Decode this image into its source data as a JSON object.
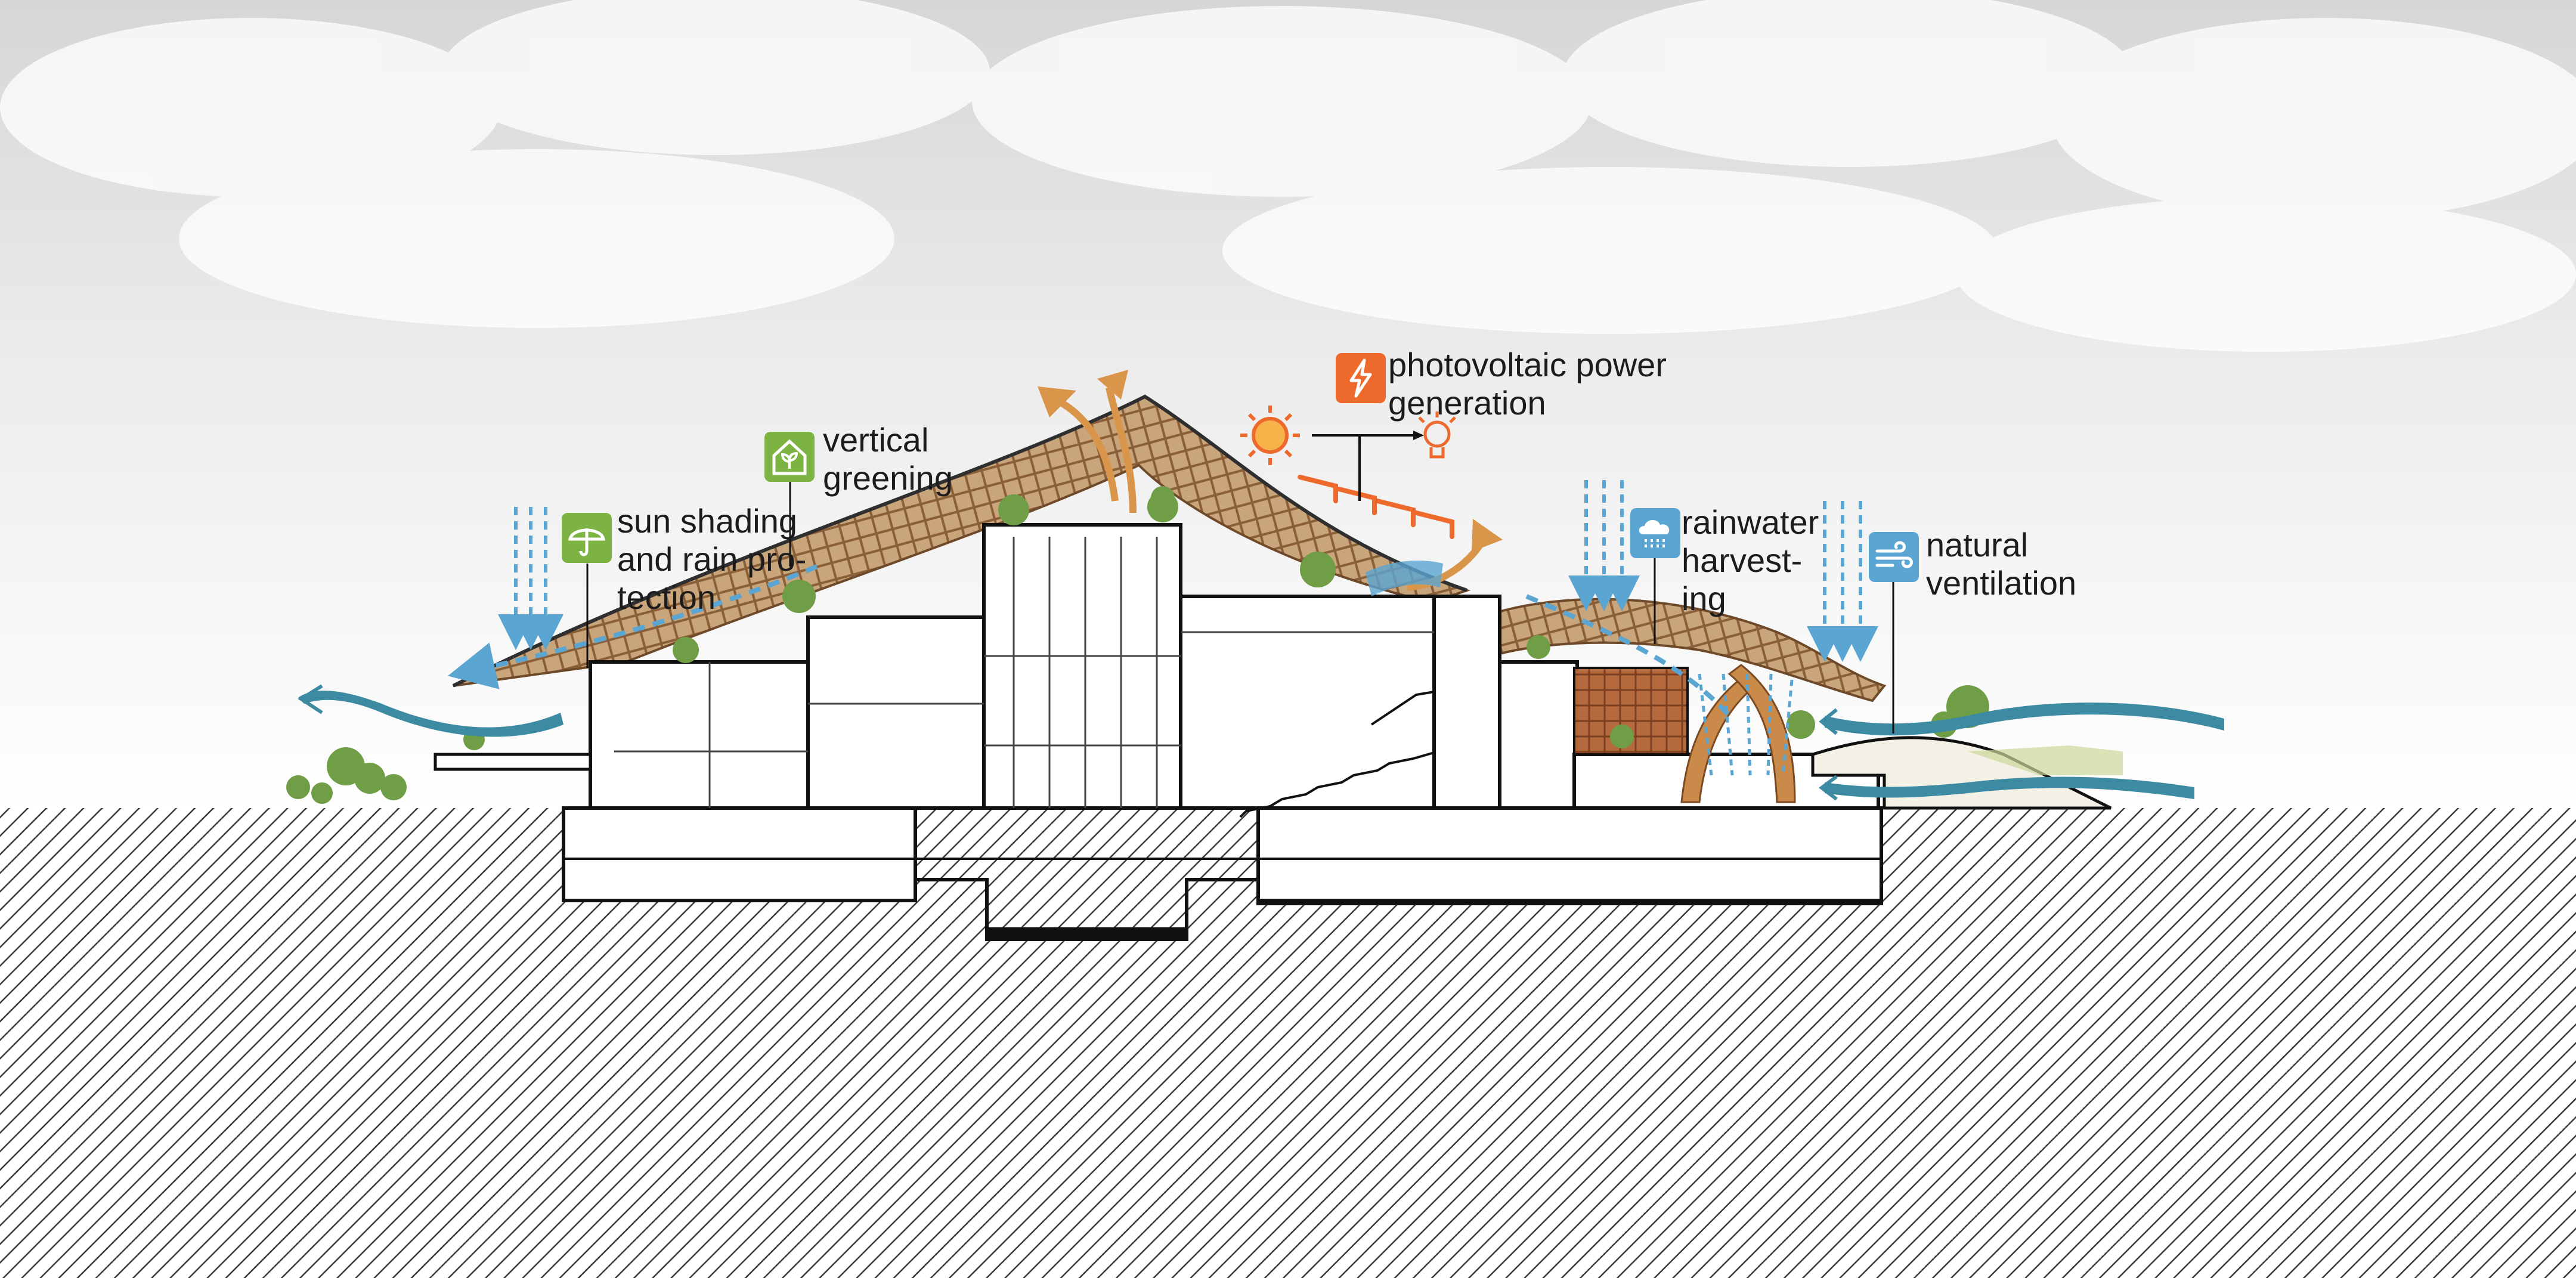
{
  "labels": {
    "photovoltaic": "photovoltaic power\ngeneration",
    "vertical_greening": "vertical\ngreening",
    "sun_shading": "sun shading\nand rain pro-\ntection",
    "rainwater": "rainwater\nharvest-\ning",
    "ventilation": "natural\nventilation"
  },
  "colors": {
    "photovoltaic": "#ee6a2c",
    "greening": "#7cb342",
    "water": "#5aa5d2",
    "airflow": "#3d8aa3",
    "warm_airflow": "#d9964a",
    "roof": "#a8794c"
  },
  "icons": {
    "photovoltaic": "lightning-bolt-icon",
    "vertical_greening": "house-plant-icon",
    "sun_shading": "umbrella-icon",
    "rainwater": "rain-cloud-icon",
    "ventilation": "wind-icon",
    "sun": "sun-icon",
    "bulb": "light-bulb-icon"
  }
}
